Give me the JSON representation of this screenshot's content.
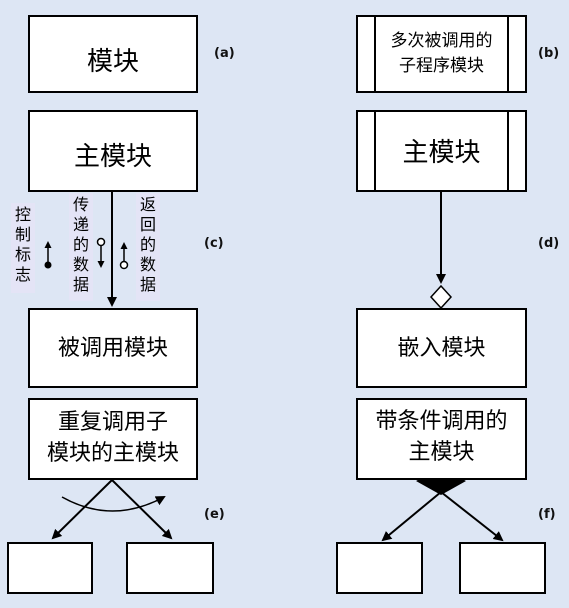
{
  "panels": [
    {
      "tag": "(a)",
      "boxes": [
        "模块"
      ]
    },
    {
      "tag": "(b)",
      "boxes": [
        "多次被调用的",
        "子程序模块"
      ]
    },
    {
      "tag": "(c)",
      "top": "主模块",
      "bottom": "被调用模块",
      "labels": {
        "control": [
          "控",
          "制",
          "标",
          "志"
        ],
        "pass": [
          "传",
          "递",
          "的",
          "数",
          "据"
        ],
        "return": [
          "返",
          "回",
          "的",
          "数",
          "据"
        ]
      }
    },
    {
      "tag": "(d)",
      "top": "主模块",
      "bottom": "嵌入模块"
    },
    {
      "tag": "(e)",
      "box_lines": [
        "重复调用子",
        "模块的主模块"
      ]
    },
    {
      "tag": "(f)",
      "box_lines": [
        "带条件调用的",
        "主模块"
      ]
    }
  ],
  "colors": {
    "background": "#dde6f4",
    "box": "#ffffff",
    "stroke": "#000000",
    "label_bg": "#e4e4f6"
  }
}
